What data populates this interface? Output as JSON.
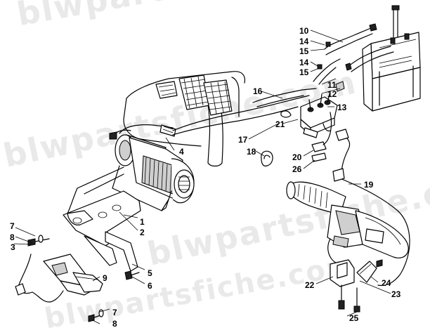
{
  "watermark": {
    "text_1": "blwpartsfiche.com",
    "text_2": "blwpartsfiche.com",
    "text_3": "blwpartsfiche.com",
    "text_4": "blwpartsfiche.com"
  },
  "callouts": {
    "c1": "1",
    "c2": "2",
    "c3": "3",
    "c4": "4",
    "c5": "5",
    "c6": "6",
    "c7a": "7",
    "c7b": "7",
    "c8a": "8",
    "c8b": "8",
    "c9": "9",
    "c10": "10",
    "c11": "11",
    "c12": "12",
    "c13": "13",
    "c14a": "14",
    "c14b": "14",
    "c15a": "15",
    "c15b": "15",
    "c16": "16",
    "c17": "17",
    "c18": "18",
    "c19": "19",
    "c20": "20",
    "c21": "21",
    "c22": "22",
    "c23": "23",
    "c24": "24",
    "c25": "25",
    "c26": "26"
  }
}
